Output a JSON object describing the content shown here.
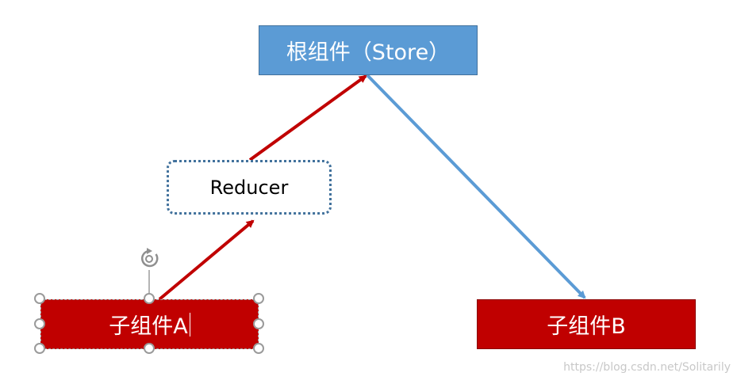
{
  "nodes": {
    "store": "根组件（Store）",
    "reducer": "Reducer",
    "child_a": "子组件A",
    "child_b": "子组件B"
  },
  "colors": {
    "store_fill": "#5b9bd5",
    "child_fill": "#c00000",
    "reducer_border": "#41719c",
    "dispatch_arrow": "#c00000",
    "subscribe_arrow": "#5b9bd5",
    "selection_handle": "#9a9a9a"
  },
  "selection": {
    "selected_node": "child_a",
    "rotate_handle_icon": "rotate-icon"
  },
  "watermark": "https://blog.csdn.net/Solitarily"
}
